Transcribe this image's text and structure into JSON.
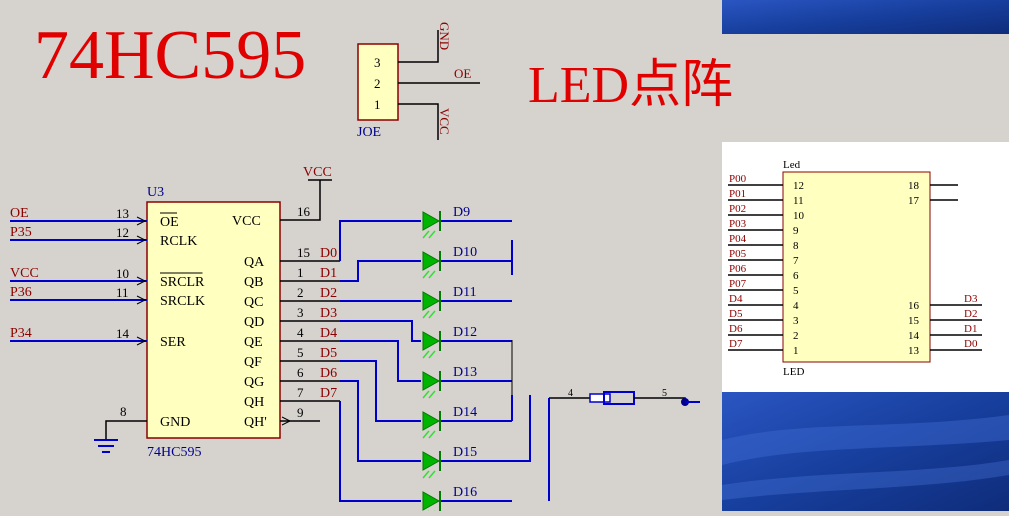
{
  "title": "74HC595",
  "subtitle": "LED点阵",
  "colors": {
    "background": "#d6d3ce",
    "title": "#e00000",
    "wire": "#0000cc",
    "label": "#8b0000",
    "chip_fill": "#ffffc0",
    "chip_stroke": "#8b0000",
    "led": "#00b400",
    "led_light": "#33dd33",
    "panel": "#1a3c9a"
  },
  "jumper": {
    "name": "JOE",
    "pins": [
      "3",
      "2",
      "1"
    ],
    "nets": [
      "GND",
      "OE",
      "VCC"
    ]
  },
  "chip_u3": {
    "ref": "U3",
    "part": "74HC595",
    "left_pins": [
      {
        "label": "OE",
        "num": "13",
        "net": "OE"
      },
      {
        "label": "RCLK",
        "num": "12",
        "net": "P35"
      },
      {
        "label": "SRCLR",
        "num": "10",
        "net": "VCC"
      },
      {
        "label": "SRCLK",
        "num": "11",
        "net": "P36"
      },
      {
        "label": "SER",
        "num": "14",
        "net": "P34"
      },
      {
        "label": "GND",
        "num": "8",
        "net": ""
      }
    ],
    "right_pins": [
      {
        "label": "VCC",
        "num": "16",
        "net": ""
      },
      {
        "label": "QA",
        "num": "15",
        "net": "D0"
      },
      {
        "label": "QB",
        "num": "1",
        "net": "D1"
      },
      {
        "label": "QC",
        "num": "2",
        "net": "D2"
      },
      {
        "label": "QD",
        "num": "3",
        "net": "D3"
      },
      {
        "label": "QE",
        "num": "4",
        "net": "D4"
      },
      {
        "label": "QF",
        "num": "5",
        "net": "D5"
      },
      {
        "label": "QG",
        "num": "6",
        "net": "D6"
      },
      {
        "label": "QH",
        "num": "7",
        "net": "D7"
      },
      {
        "label": "QH'",
        "num": "9",
        "net": ""
      }
    ],
    "vcc_net": "VCC"
  },
  "leds": [
    "D9",
    "D10",
    "D11",
    "D12",
    "D13",
    "D14",
    "D15",
    "D16"
  ],
  "resistor": {
    "left_pin": "4",
    "right_pin": "5"
  },
  "led_matrix": {
    "ref": "Led",
    "part": "LED",
    "left_nets": [
      "P00",
      "P01",
      "P02",
      "P03",
      "P04",
      "P05",
      "P06",
      "P07",
      "D4",
      "D5",
      "D6",
      "D7"
    ],
    "left_pins": [
      "12",
      "11",
      "10",
      "9",
      "8",
      "7",
      "6",
      "5",
      "4",
      "3",
      "2",
      "1"
    ],
    "right_top_pins": [
      "18",
      "17"
    ],
    "right_pins": [
      "16",
      "15",
      "14",
      "13"
    ],
    "right_nets": [
      "D3",
      "D2",
      "D1",
      "D0"
    ]
  }
}
